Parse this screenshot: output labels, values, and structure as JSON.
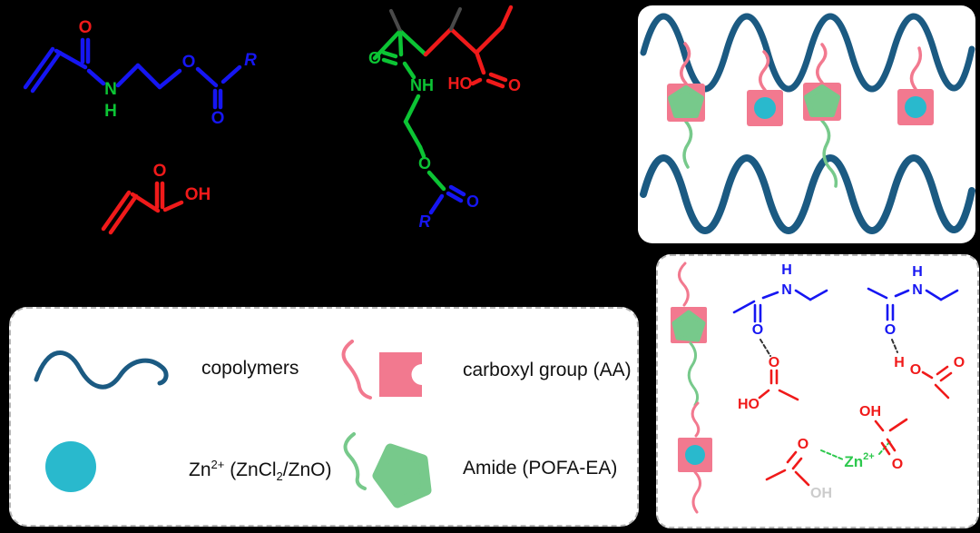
{
  "colors": {
    "background": "#000000",
    "panel": "#ffffff",
    "blue": "#1616f2",
    "green": "#0cc434",
    "red": "#f01a1a",
    "navy": "#1b5a82",
    "pink": "#f2798f",
    "cyan": "#29b9cd",
    "blob_green": "#77c98b",
    "zn_green": "#2dc84d",
    "methyl_dark": "#4a4a4a",
    "hbond_dash": "#333333",
    "light_oh": "#cccccc",
    "legend_border": "#b5b5b5",
    "legend_text": "#111111"
  },
  "structures": {
    "pofa_ea": {
      "o_amide": "O",
      "n": "N",
      "h": "H",
      "o_ester": "O",
      "o_carbonyl": "O",
      "r": "R"
    },
    "aa": {
      "o": "O",
      "oh": "OH"
    },
    "copolymer": {
      "o_amide": "O",
      "nh": "NH",
      "ho": "HO",
      "o_acid": "O",
      "o_ester": "O",
      "o_carbonyl": "O",
      "r": "R"
    }
  },
  "legend": {
    "items": [
      {
        "label": "copolymers"
      },
      {
        "label": "carboxyl group (AA)"
      },
      {
        "parts": {
          "pre": "Zn",
          "sup": "2+",
          "mid": " (ZnCl",
          "sub": "2",
          "post": "/ZnO)"
        }
      },
      {
        "label": "Amide (POFA-EA)"
      }
    ]
  },
  "interactions": {
    "amide_left": {
      "h": "H",
      "n": "N",
      "o": "O"
    },
    "acid_left": {
      "o": "O",
      "ho": "HO"
    },
    "amide_right": {
      "h": "H",
      "n": "N",
      "o": "O"
    },
    "acid_right": {
      "h": "H",
      "o": "O",
      "o2": "O"
    },
    "zn": {
      "pre": "Zn",
      "sup": "2+"
    },
    "acid_bottom": {
      "o": "O",
      "oh": "OH"
    },
    "acid_top": {
      "oh": "OH",
      "o": "O"
    }
  }
}
